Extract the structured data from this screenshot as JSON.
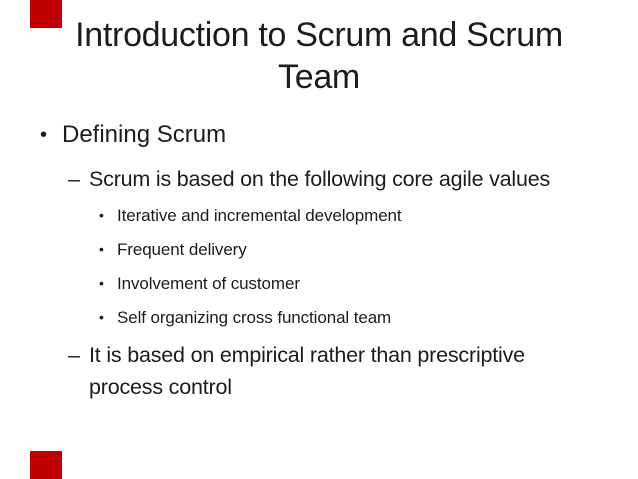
{
  "colors": {
    "accent": "#c00000",
    "text": "#1c1c1c",
    "background": "#ffffff"
  },
  "slide": {
    "title_line1": "Introduction to Scrum and Scrum",
    "title_line2": "Team",
    "markers": {
      "level1": "•",
      "level2": "–",
      "level3": "•"
    },
    "bullets": {
      "l1": "Defining Scrum",
      "l2a": "Scrum is based on the following core agile values",
      "l3": [
        "Iterative and incremental development",
        "Frequent delivery",
        "Involvement of customer",
        "Self organizing cross functional team"
      ],
      "l2b": "It is based on empirical rather than prescriptive process control"
    }
  }
}
